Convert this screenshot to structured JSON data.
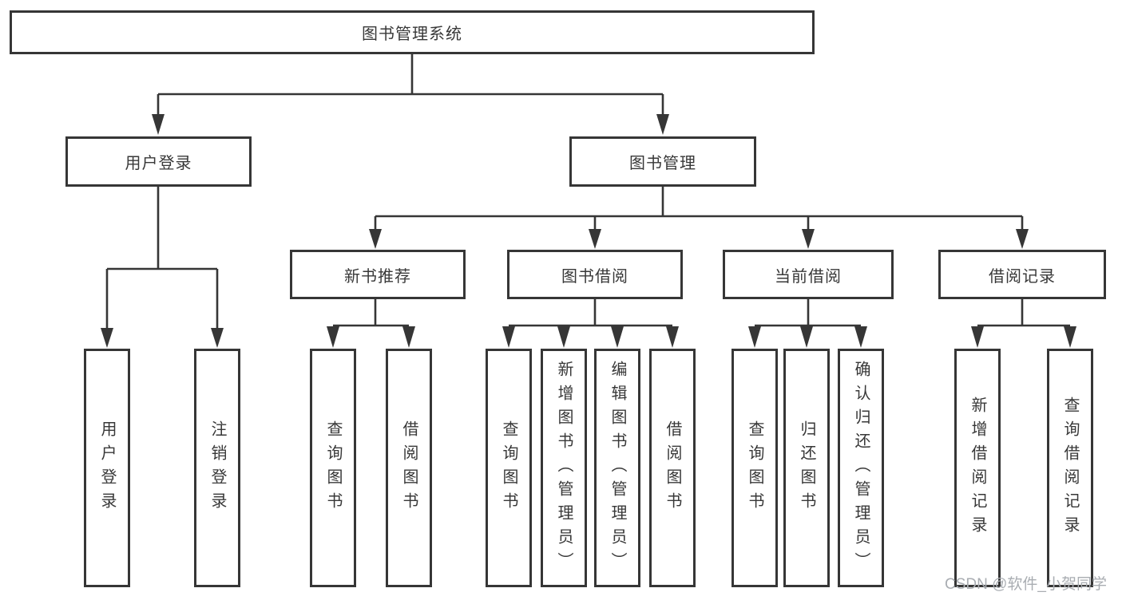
{
  "colors": {
    "bg": "#ffffff",
    "line": "#363636",
    "text": "#383838",
    "watermark": "#a9adb2"
  },
  "tree": {
    "root": {
      "label": "图书管理系统"
    },
    "branches": [
      {
        "label": "用户登录",
        "children": [
          "用户登录",
          "注销登录"
        ]
      },
      {
        "label": "图书管理",
        "sections": [
          {
            "label": "新书推荐",
            "children": [
              "查询图书",
              "借阅图书"
            ]
          },
          {
            "label": "图书借阅",
            "children": [
              "查询图书",
              "新增图书（管理员）",
              "编辑图书（管理员）",
              "借阅图书"
            ]
          },
          {
            "label": "当前借阅",
            "children": [
              "查询图书",
              "归还图书",
              "确认归还（管理员）"
            ]
          },
          {
            "label": "借阅记录",
            "children": [
              "新增借阅记录",
              "查询借阅记录"
            ]
          }
        ]
      }
    ]
  },
  "watermark": {
    "text": "CSDN @软件_小贺同学"
  }
}
